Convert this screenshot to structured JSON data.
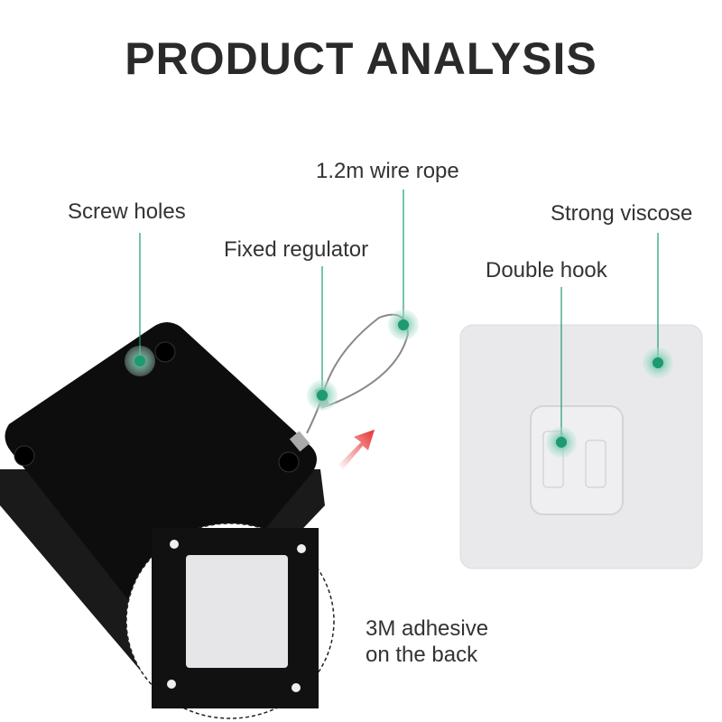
{
  "title": "PRODUCT ANALYSIS",
  "labels": {
    "screw_holes": "Screw holes",
    "wire_rope": "1.2m wire rope",
    "fixed_regulator": "Fixed regulator",
    "strong_viscose": "Strong viscose",
    "double_hook": "Double hook",
    "adhesive_line1": "3M adhesive",
    "adhesive_line2": "on the back"
  },
  "colors": {
    "marker": "#1e9a72",
    "arrow": "#e53030",
    "box": "#111111"
  }
}
